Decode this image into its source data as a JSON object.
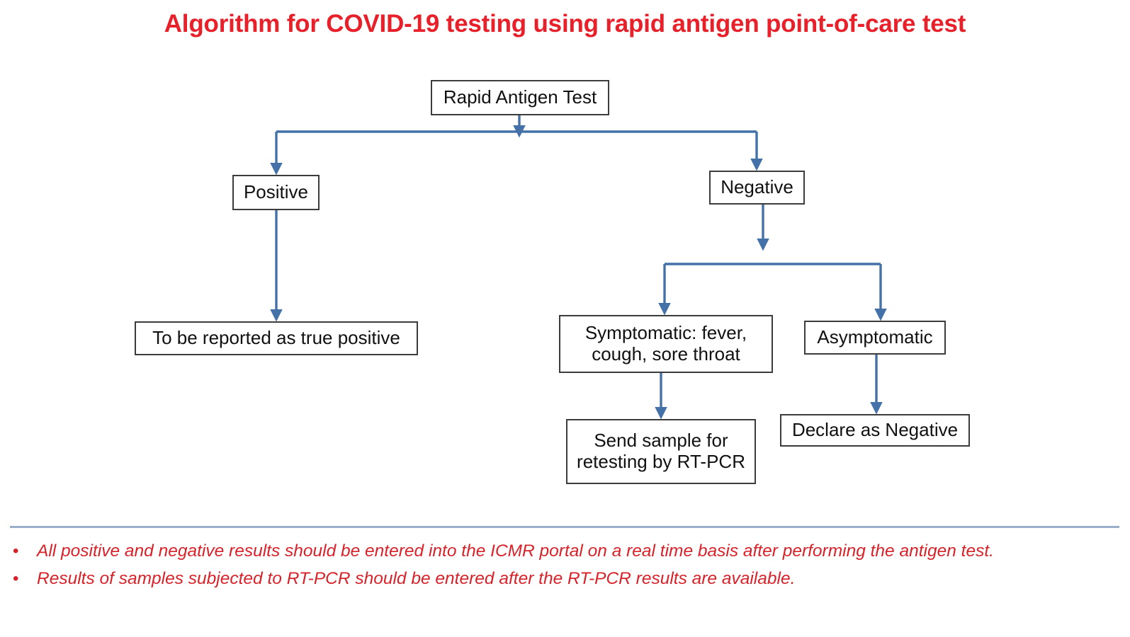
{
  "slide": {
    "title": "Algorithm for COVID-19 testing using rapid antigen point-of-care test",
    "title_color": "#e8202a",
    "background_color": "#ffffff"
  },
  "flowchart": {
    "connector_color": "#4472a8",
    "node_border_color": "#3c3c3c",
    "nodes": [
      {
        "id": "rapid-antigen-test",
        "label": "Rapid Antigen Test"
      },
      {
        "id": "positive",
        "label": "Positive"
      },
      {
        "id": "negative",
        "label": "Negative"
      },
      {
        "id": "true-positive",
        "label": "To be reported as true positive"
      },
      {
        "id": "symptomatic",
        "label": "Symptomatic: fever,\ncough, sore throat"
      },
      {
        "id": "asymptomatic",
        "label": "Asymptomatic"
      },
      {
        "id": "rtpcr",
        "label": "Send sample for\nretesting by RT-PCR"
      },
      {
        "id": "declare-negative",
        "label": "Declare as Negative"
      }
    ]
  },
  "divider": {
    "color": "#9aaec9"
  },
  "notes": {
    "bullet_glyph": "•",
    "text_color": "#d8222a",
    "items": [
      "All positive and negative results should be entered into the ICMR portal on a real time basis after performing the antigen test.",
      "Results of samples subjected to RT-PCR should be entered after the RT-PCR results are available."
    ]
  }
}
